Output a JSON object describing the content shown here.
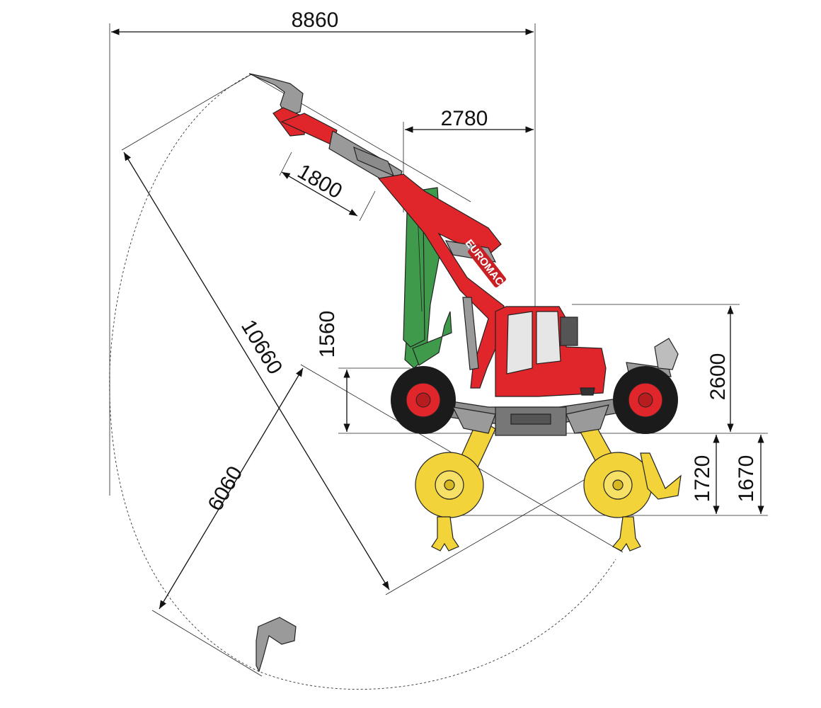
{
  "dimensions": {
    "overall_reach": "8860",
    "front_reach": "2780",
    "arm_extension": "1800",
    "max_reach_radius": "10660",
    "digging_depth": "6060",
    "pivot_height": "1560",
    "cab_height": "2600",
    "wheel_height_1": "1720",
    "wheel_height_2": "1670"
  },
  "logo": "EUROMACH",
  "colors": {
    "body_red": "#e0262a",
    "arm_gray": "#9a9a9a",
    "ghost_green": "#3f9a4c",
    "leg_yellow": "#f2d43a",
    "tire_black": "#1b1b1b",
    "line": "#111111"
  }
}
